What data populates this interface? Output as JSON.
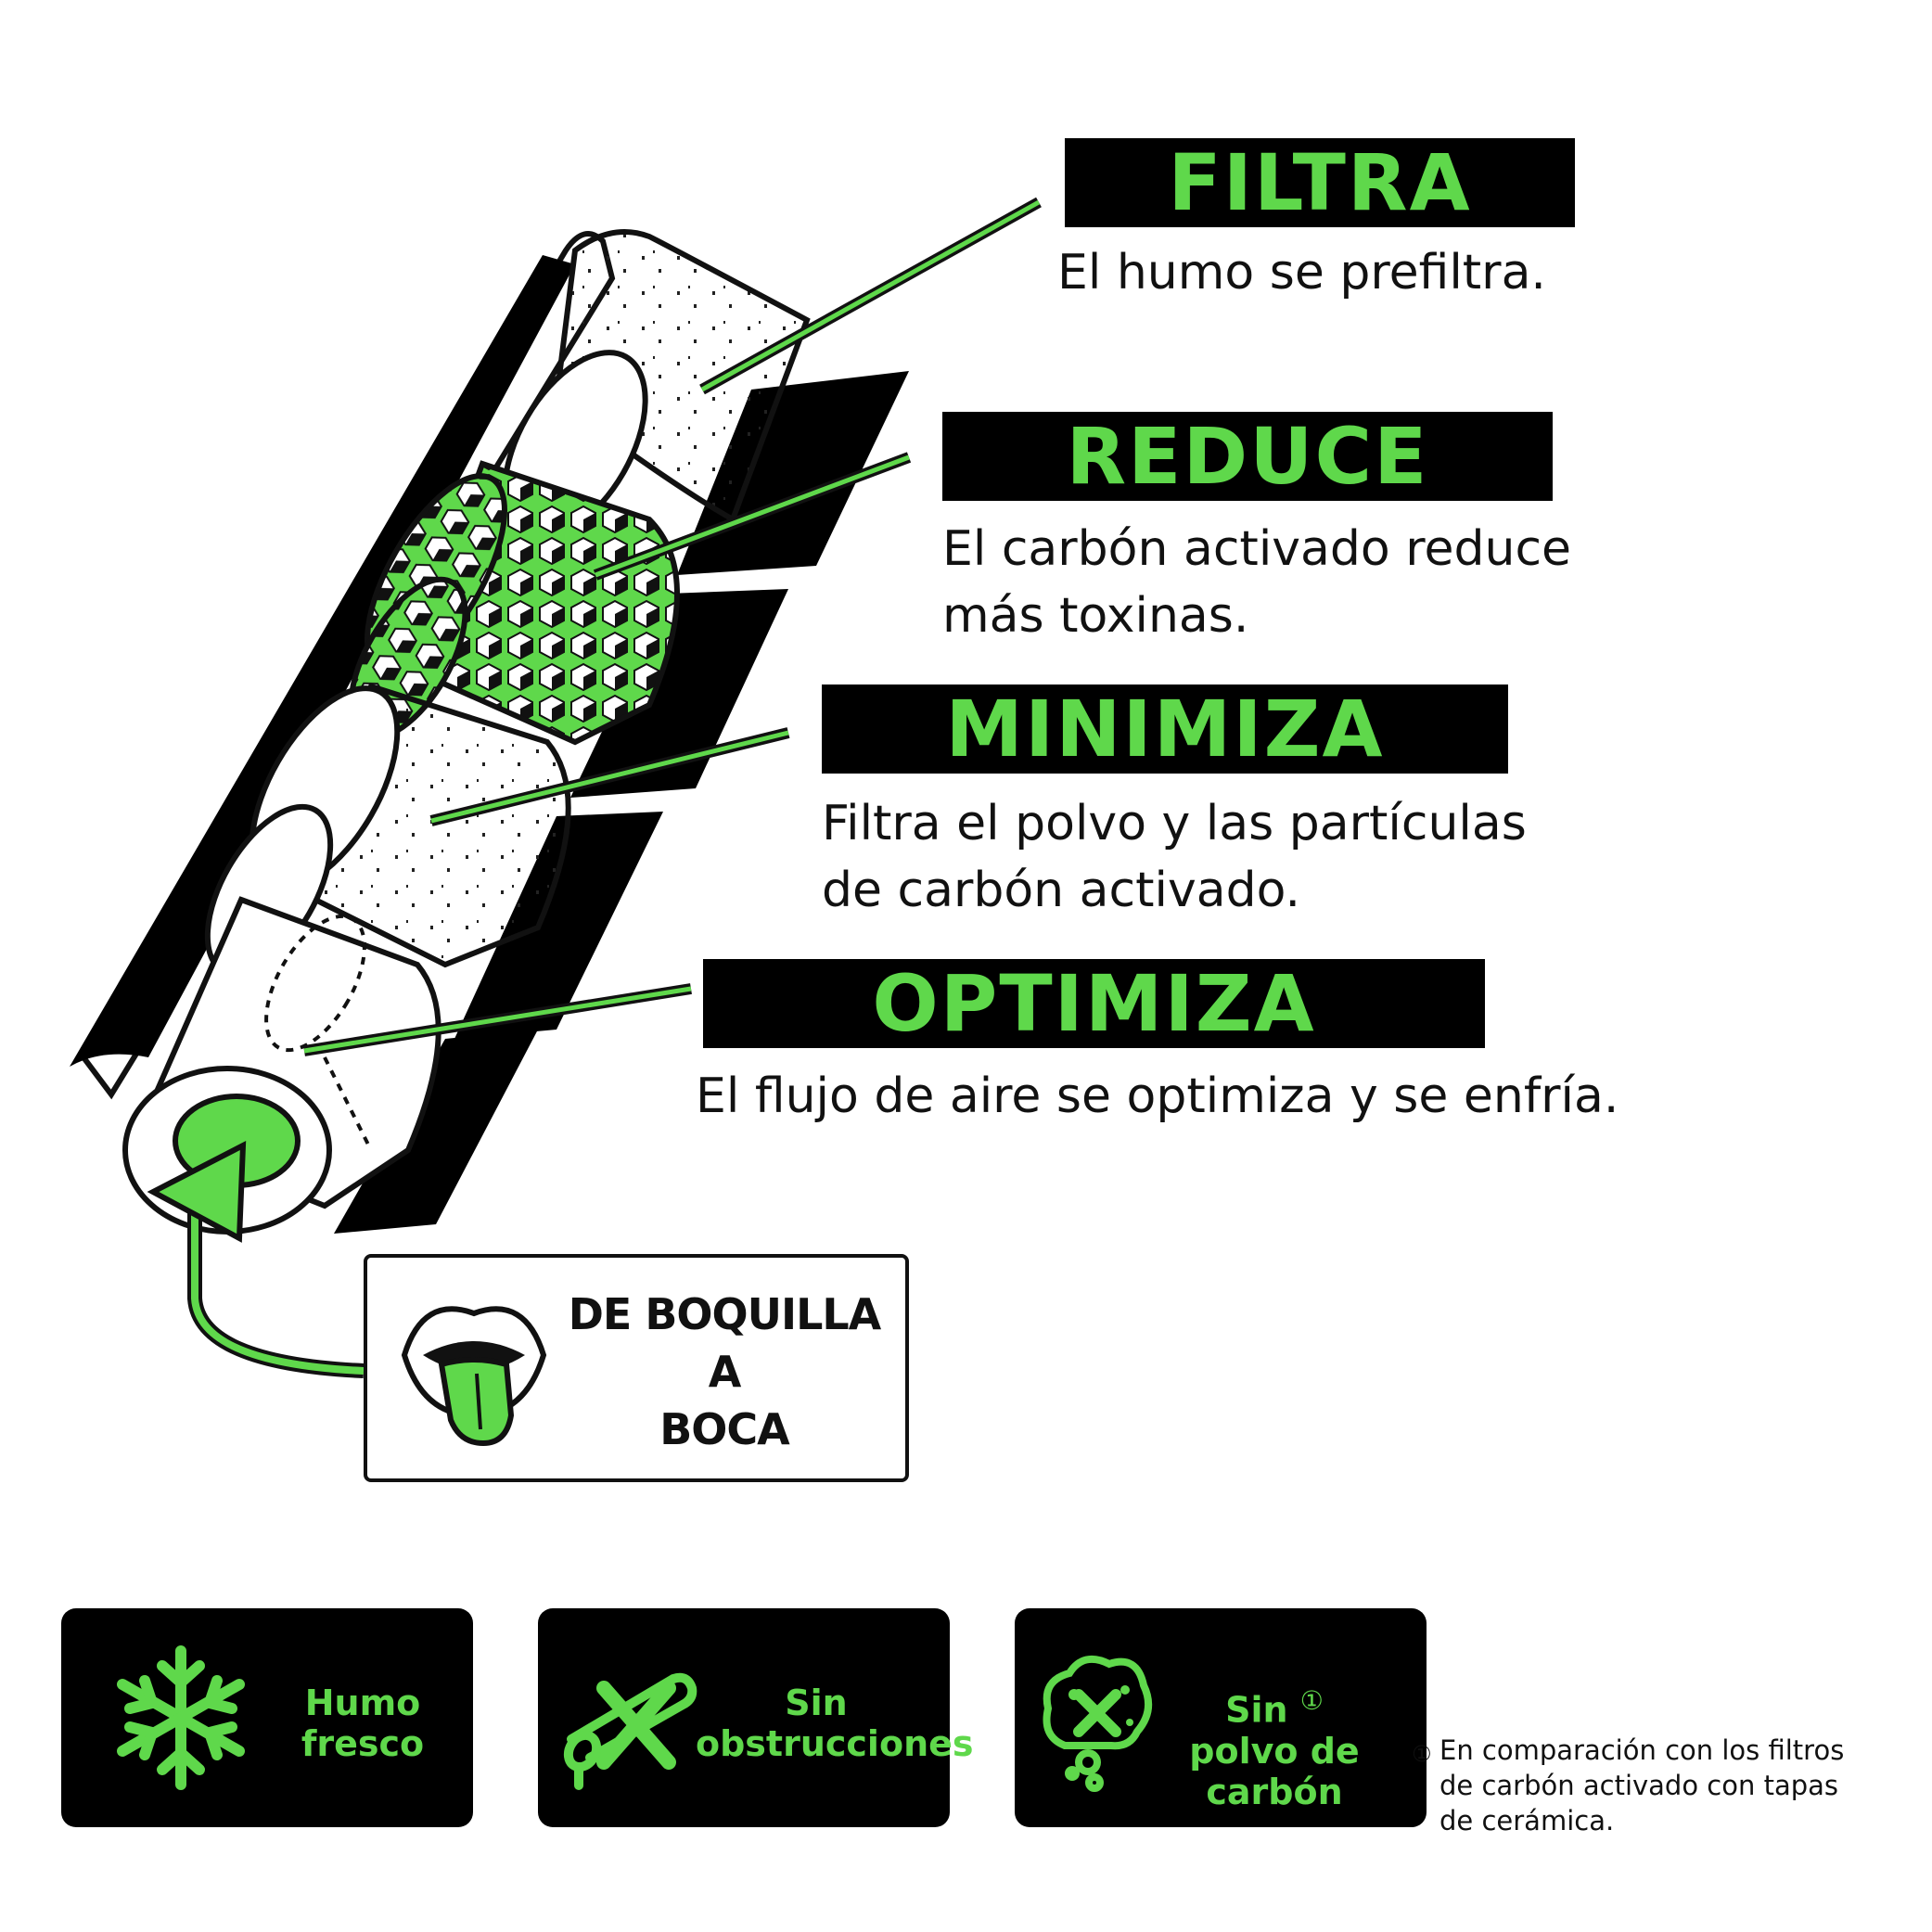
{
  "labels": [
    {
      "title": "FILTRA",
      "lines": [
        "El humo se prefiltra."
      ]
    },
    {
      "title": "REDUCE",
      "lines": [
        "El carbón activado reduce",
        "más toxinas."
      ]
    },
    {
      "title": "MINIMIZA",
      "lines": [
        "Filtra el polvo y las partículas",
        "de carbón activado."
      ]
    },
    {
      "title": "OPTIMIZA",
      "lines": [
        "El flujo de aire se optimiza y se enfría."
      ]
    }
  ],
  "mouthpiece": {
    "lines": [
      "DE BOQUILLA",
      "A",
      "BOCA"
    ]
  },
  "badges": [
    {
      "icon": "snowflake-icon",
      "lines": [
        "Humo",
        "fresco"
      ]
    },
    {
      "icon": "no-clog-icon",
      "lines": [
        "Sin",
        "obstrucciones"
      ]
    },
    {
      "icon": "no-dust-icon",
      "lines": [
        "Sin",
        "polvo de carbón"
      ],
      "mark": "①"
    }
  ],
  "footnote": {
    "mark": "①",
    "lines": [
      "En comparación con los filtros",
      "de carbón activado con tapas",
      "de cerámica."
    ]
  },
  "colors": {
    "accent": "#5fd84b",
    "dark": "#000000",
    "light": "#ffffff"
  }
}
